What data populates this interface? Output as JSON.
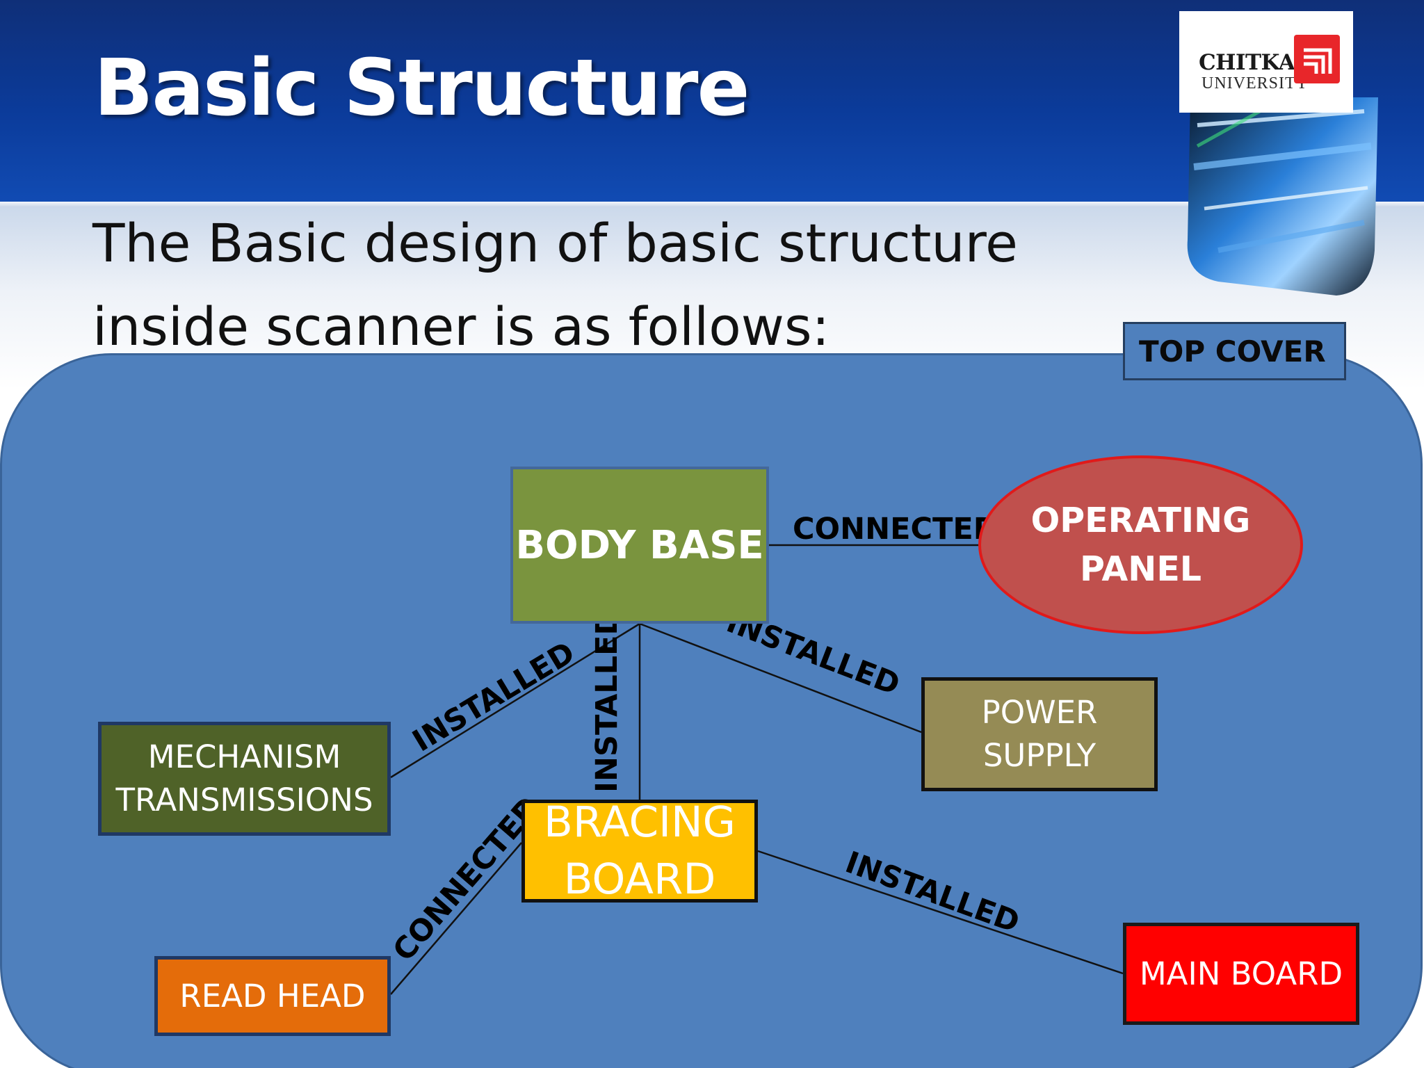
{
  "slide": {
    "title": "Basic Structure",
    "subtitle": "The Basic  design of basic structure inside scanner is as follows:"
  },
  "logo": {
    "name": "CHITKARA",
    "sub": "UNIVERSITY",
    "accent_color": "#e8262a"
  },
  "diagram": {
    "container_label": "TOP COVER",
    "nodes": {
      "body_base": "BODY BASE",
      "operating_panel": "OPERATING\nPANEL",
      "power_supply": "POWER\nSUPPLY",
      "mechanism_transmissions": "MECHANISM\nTRANSMISSIONS",
      "bracing_board": "BRACING\nBOARD",
      "read_head": "READ HEAD",
      "main_board": "MAIN BOARD"
    },
    "edges": [
      {
        "from": "BODY BASE",
        "to": "OPERATING PANEL",
        "label": "CONNECTED"
      },
      {
        "from": "BODY BASE",
        "to": "POWER SUPPLY",
        "label": "INSTALLED"
      },
      {
        "from": "BODY BASE",
        "to": "MECHANISM TRANSMISSIONS",
        "label": "INSTALLED"
      },
      {
        "from": "BODY BASE",
        "to": "BRACING BOARD",
        "label": "INSTALLED"
      },
      {
        "from": "BRACING BOARD",
        "to": "READ HEAD",
        "label": "CONNECTED"
      },
      {
        "from": "BRACING BOARD",
        "to": "MAIN BOARD",
        "label": "INSTALLED"
      }
    ]
  },
  "colors": {
    "header": "#0b3b9a",
    "diagram_background": "#4f80bd",
    "body_base": "#7a943e",
    "operating_panel": "#c0504d",
    "power_supply": "#958b55",
    "mechanism_transmissions": "#4f6228",
    "bracing_board": "#ffc000",
    "read_head": "#e46c0a",
    "main_board": "#ff0000"
  }
}
